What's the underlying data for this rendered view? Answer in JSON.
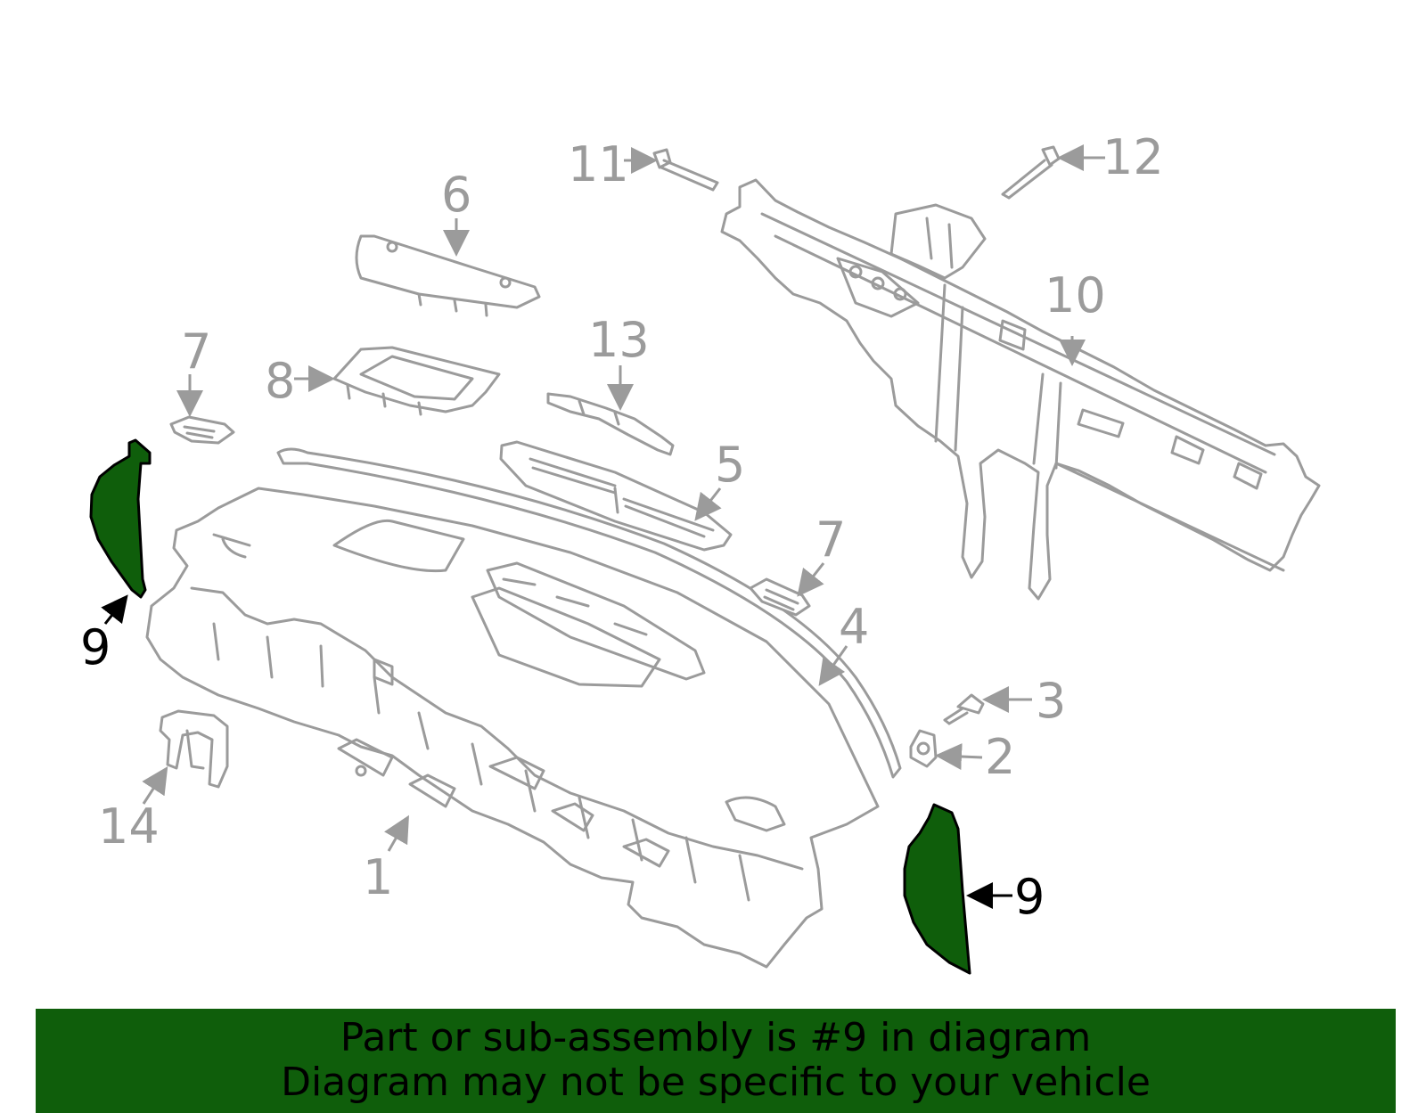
{
  "diagram": {
    "highlight_color": "#0f5e0b",
    "callouts": [
      {
        "id": "c1",
        "label": "1"
      },
      {
        "id": "c2",
        "label": "2"
      },
      {
        "id": "c3",
        "label": "3"
      },
      {
        "id": "c4",
        "label": "4"
      },
      {
        "id": "c5",
        "label": "5"
      },
      {
        "id": "c6",
        "label": "6"
      },
      {
        "id": "c7a",
        "label": "7"
      },
      {
        "id": "c7b",
        "label": "7"
      },
      {
        "id": "c8",
        "label": "8"
      },
      {
        "id": "c9a",
        "label": "9"
      },
      {
        "id": "c9b",
        "label": "9"
      },
      {
        "id": "c10",
        "label": "10"
      },
      {
        "id": "c11",
        "label": "11"
      },
      {
        "id": "c12",
        "label": "12"
      },
      {
        "id": "c13",
        "label": "13"
      },
      {
        "id": "c14",
        "label": "14"
      }
    ]
  },
  "banner": {
    "line1": "Part or sub-assembly is #9 in diagram",
    "line2": "Diagram may not be specific to your vehicle"
  }
}
